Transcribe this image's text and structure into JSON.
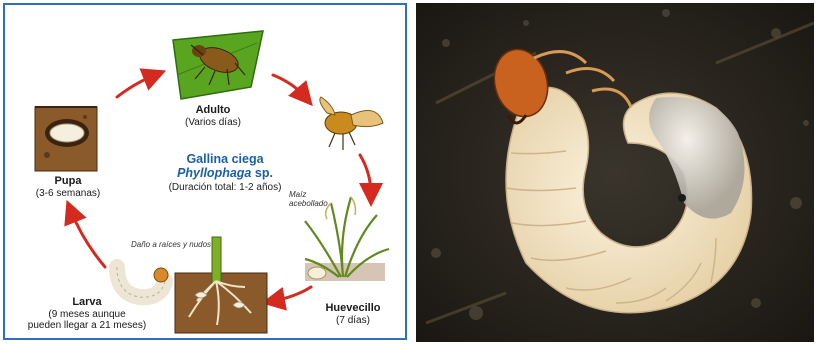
{
  "diagram": {
    "title": "Gallina ciega",
    "genus": "Phyllophaga",
    "species_suffix": "sp.",
    "total_duration": "(Duración total: 1-2 años)",
    "stages": {
      "adulto": {
        "name": "Adulto",
        "duration": "(Varios días)"
      },
      "pupa": {
        "name": "Pupa",
        "duration": "(3-6 semanas)"
      },
      "larva": {
        "name": "Larva",
        "duration_line1": "(9 meses aunque",
        "duration_line2": "pueden llegar a 21 meses)"
      },
      "huevecillo": {
        "name": "Huevecillo",
        "duration": "(7 días)"
      }
    },
    "notes": {
      "maiz_line1": "Maíz",
      "maiz_line2": "acebollado",
      "dano": "Daño a raíces y nudos"
    }
  },
  "colors": {
    "border": "#2f6fbf",
    "arrow": "#d42a1f",
    "title": "#1b5fa8",
    "leaf_green": "#5aa51f",
    "soil_brown": "#8a5a2b"
  },
  "photo": {
    "subject": "white-grub-larva-photo"
  }
}
